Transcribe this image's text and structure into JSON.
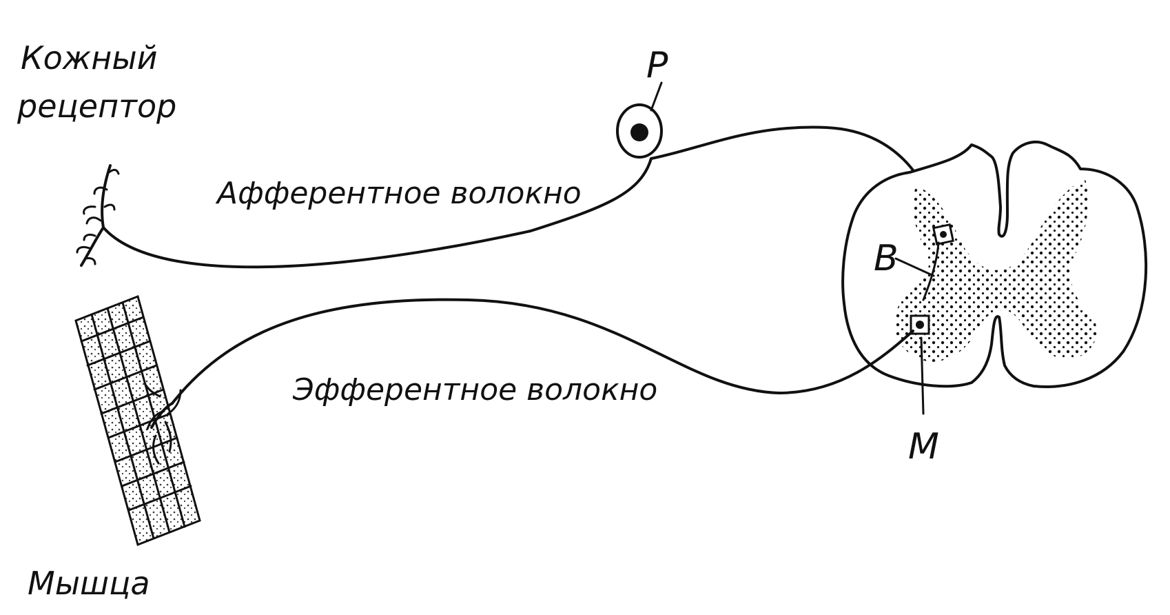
{
  "diagram": {
    "labels": {
      "skin_receptor_line1": "Кожный",
      "skin_receptor_line2": "рецептор",
      "afferent_fiber": "Афферентное волокно",
      "efferent_fiber": "Эфферентное волокно",
      "muscle": "Мышца",
      "sensory_neuron": "Р",
      "interneuron": "В",
      "motor_neuron": "М"
    },
    "colors": {
      "ink": "#111111",
      "background": "#ffffff"
    }
  }
}
